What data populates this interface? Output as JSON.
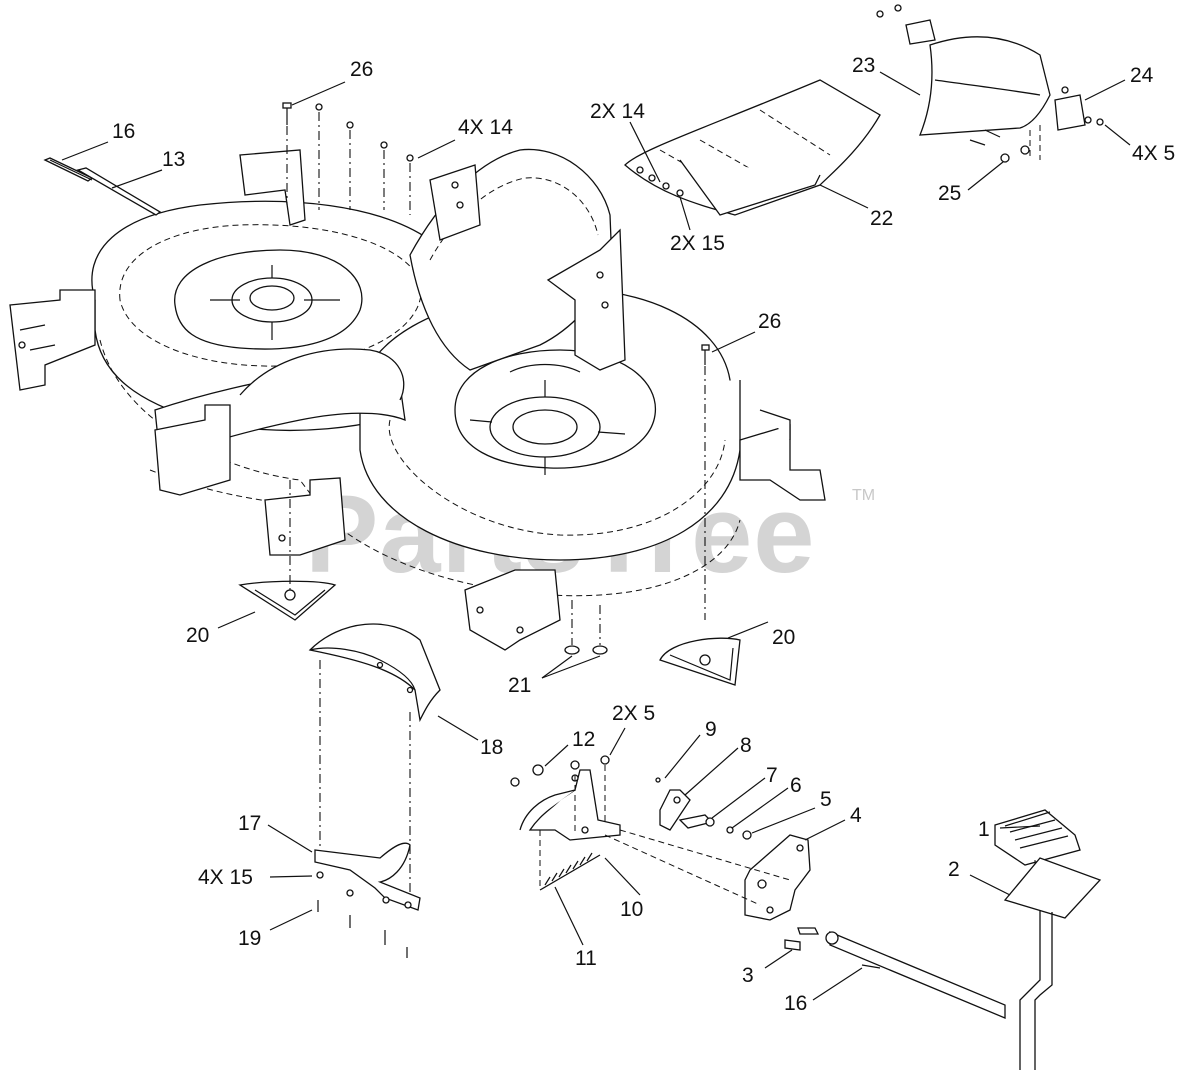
{
  "watermark": {
    "text": "PartsTree",
    "trademark": "TM"
  },
  "callouts": [
    {
      "id": "c26a",
      "text": "26"
    },
    {
      "id": "c16a",
      "text": "16"
    },
    {
      "id": "c13",
      "text": "13"
    },
    {
      "id": "c4x14",
      "text": "4X  14"
    },
    {
      "id": "c2x14",
      "text": "2X  14"
    },
    {
      "id": "c2x15",
      "text": "2X  15"
    },
    {
      "id": "c22",
      "text": "22"
    },
    {
      "id": "c23",
      "text": "23"
    },
    {
      "id": "c24",
      "text": "24"
    },
    {
      "id": "c4x5",
      "text": "4X  5"
    },
    {
      "id": "c25",
      "text": "25"
    },
    {
      "id": "c26b",
      "text": "26"
    },
    {
      "id": "c20a",
      "text": "20"
    },
    {
      "id": "c20b",
      "text": "20"
    },
    {
      "id": "c21",
      "text": "21"
    },
    {
      "id": "c18",
      "text": "18"
    },
    {
      "id": "c12",
      "text": "12"
    },
    {
      "id": "c2x5",
      "text": "2X  5"
    },
    {
      "id": "c9",
      "text": "9"
    },
    {
      "id": "c8",
      "text": "8"
    },
    {
      "id": "c7",
      "text": "7"
    },
    {
      "id": "c6",
      "text": "6"
    },
    {
      "id": "c5",
      "text": "5"
    },
    {
      "id": "c4",
      "text": "4"
    },
    {
      "id": "c1",
      "text": "1"
    },
    {
      "id": "c2",
      "text": "2"
    },
    {
      "id": "c17",
      "text": "17"
    },
    {
      "id": "c4x15",
      "text": "4X  15"
    },
    {
      "id": "c19",
      "text": "19"
    },
    {
      "id": "c10",
      "text": "10"
    },
    {
      "id": "c11",
      "text": "11"
    },
    {
      "id": "c3",
      "text": "3"
    },
    {
      "id": "c16b",
      "text": "16"
    }
  ]
}
